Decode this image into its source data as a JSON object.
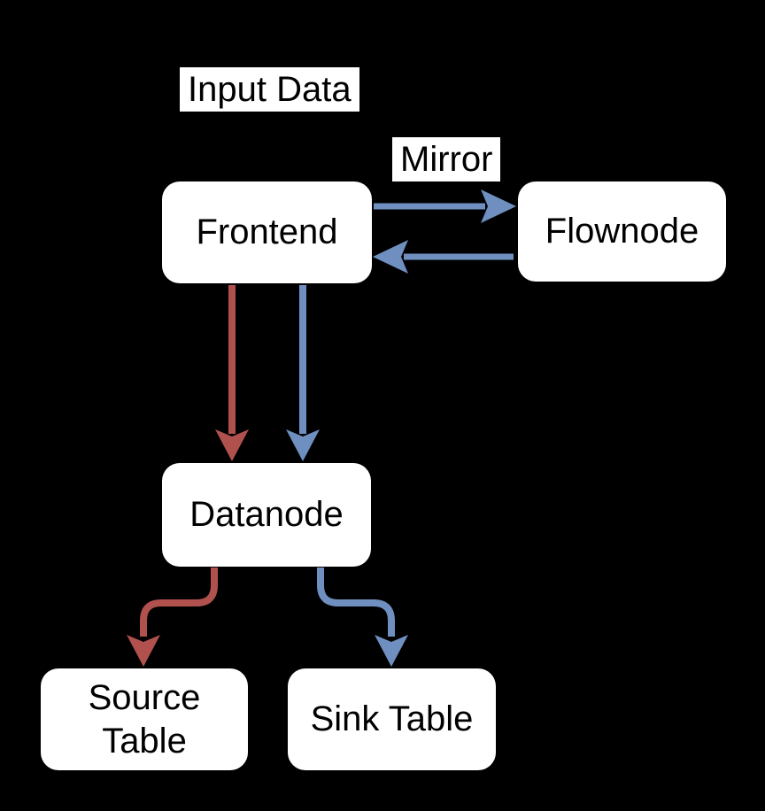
{
  "colors": {
    "background": "#000000",
    "node_fill": "#ffffff",
    "node_text": "#000000",
    "label_bg": "#ffffff",
    "label_text": "#000000",
    "blue": "#6f8fc0",
    "red": "#b0514e"
  },
  "labels": {
    "input_data": "Input Data",
    "mirror": "Mirror"
  },
  "nodes": {
    "frontend": {
      "label": "Frontend"
    },
    "flownode": {
      "label": "Flownode"
    },
    "datanode": {
      "label": "Datanode"
    },
    "source_table": {
      "label": "Source Table"
    },
    "sink_table": {
      "label": "Sink Table"
    }
  },
  "edges": [
    {
      "from": "Frontend",
      "to": "Flownode",
      "label": "Mirror",
      "color": "blue",
      "style": "straight-right"
    },
    {
      "from": "Flownode",
      "to": "Frontend",
      "label": "",
      "color": "blue",
      "style": "straight-left"
    },
    {
      "from": "Frontend",
      "to": "Datanode",
      "label": "",
      "color": "red",
      "style": "straight-down"
    },
    {
      "from": "Frontend",
      "to": "Datanode",
      "label": "",
      "color": "blue",
      "style": "straight-down"
    },
    {
      "from": "Datanode",
      "to": "Source Table",
      "label": "",
      "color": "red",
      "style": "elbow-left-down"
    },
    {
      "from": "Datanode",
      "to": "Sink Table",
      "label": "",
      "color": "blue",
      "style": "elbow-right-down"
    }
  ]
}
